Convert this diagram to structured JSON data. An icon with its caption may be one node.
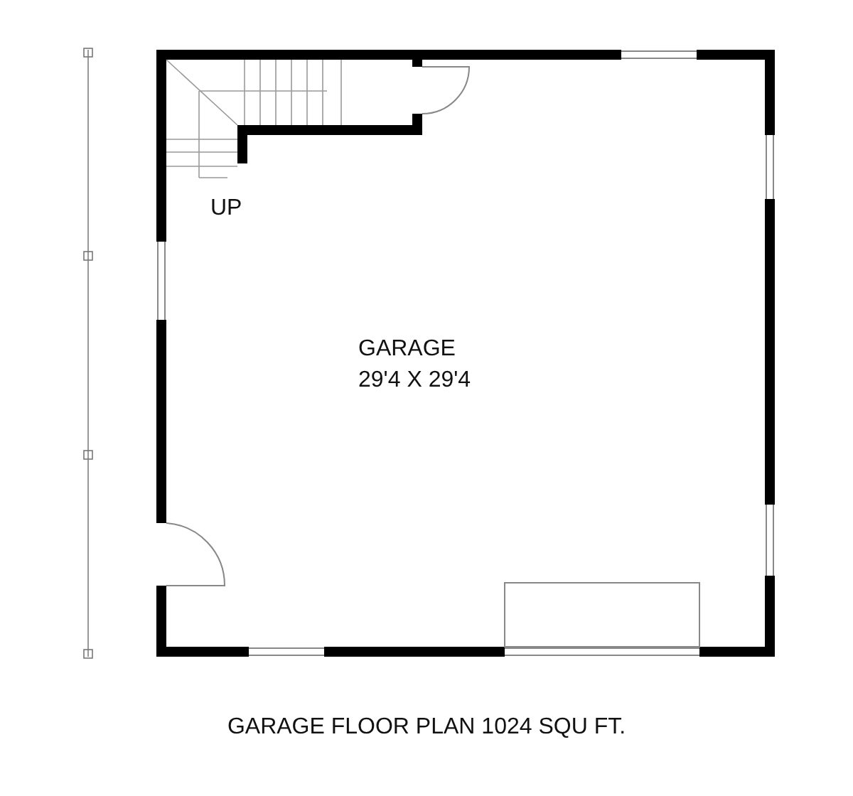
{
  "diagram": {
    "caption": "GARAGE FLOOR PLAN 1024 SQU FT.",
    "nodes": [
      {
        "text": [
          "GARAGE",
          "29'4 X 29'4"
        ]
      }
    ],
    "labels": [
      "UP"
    ]
  }
}
